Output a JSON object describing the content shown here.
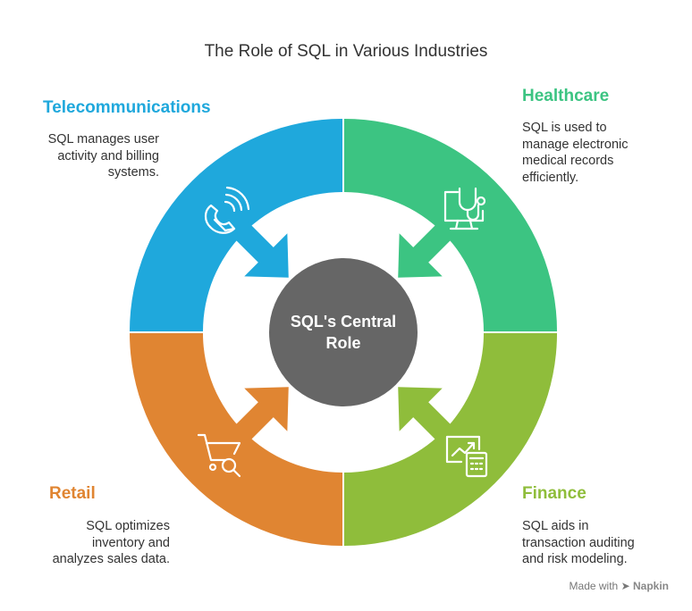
{
  "title": "The Role of SQL in Various Industries",
  "center": {
    "line1": "SQL's Central",
    "line2": "Role"
  },
  "sectors": {
    "telecommunications": {
      "title": "Telecommunications",
      "lines": [
        "SQL manages user",
        "activity and billing",
        "systems."
      ],
      "color": "#1fa8dc",
      "icon": "phone-signal-icon"
    },
    "healthcare": {
      "title": "Healthcare",
      "lines": [
        "SQL is used to",
        "manage electronic",
        "medical records",
        "efficiently."
      ],
      "color": "#3cc482",
      "icon": "monitor-stethoscope-icon"
    },
    "retail": {
      "title": "Retail",
      "lines": [
        "SQL optimizes",
        "inventory and",
        "analyzes sales data."
      ],
      "color": "#e08532",
      "icon": "cart-search-icon"
    },
    "finance": {
      "title": "Finance",
      "lines": [
        "SQL aids in",
        "transaction auditing",
        "and risk modeling."
      ],
      "color": "#8fbd3b",
      "icon": "chart-calculator-icon"
    }
  },
  "center_color": "#666666",
  "footer": {
    "prefix": "Made with",
    "brand": "Napkin"
  }
}
